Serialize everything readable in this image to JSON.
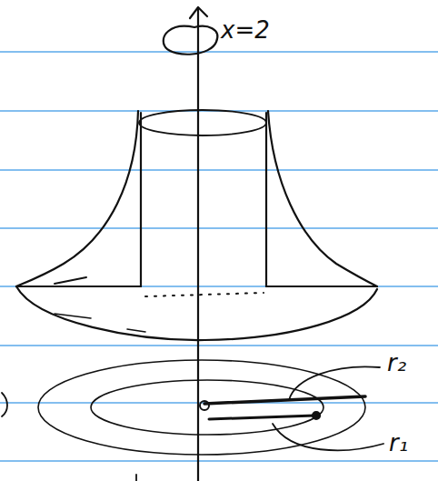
{
  "diagram": {
    "labels": [
      "x=2",
      "r₂",
      "r₁"
    ]
  }
}
